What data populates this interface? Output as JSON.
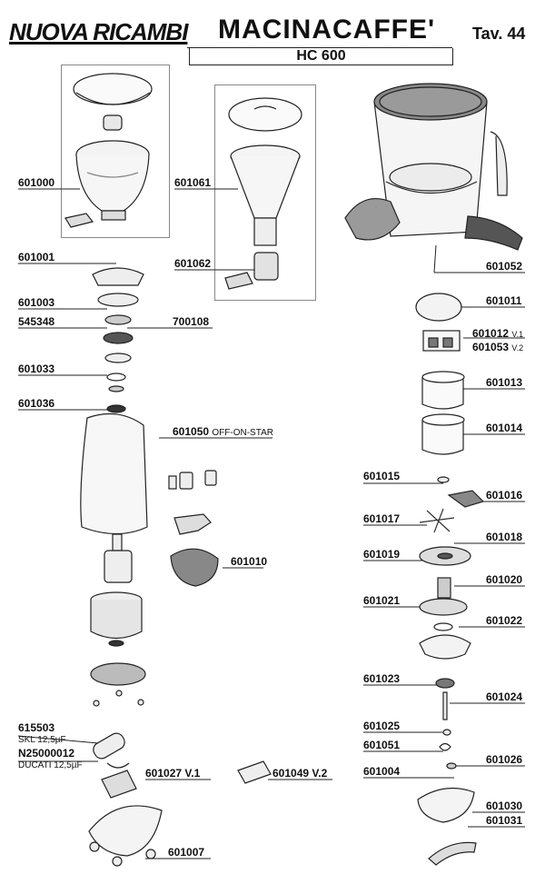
{
  "header": {
    "brand": "NUOVA RICAMBI",
    "title": "MACINACAFFE'",
    "table": "Tav. 44",
    "model": "HC 600"
  },
  "parts_left": [
    {
      "code": "601000"
    },
    {
      "code": "601001"
    },
    {
      "code": "601003"
    },
    {
      "code": "545348"
    },
    {
      "code": "601033"
    },
    {
      "code": "601036"
    },
    {
      "code": "615503",
      "note": "SKL 12,5µF"
    },
    {
      "code": "N25000012",
      "note": "DUCATI 12,5µF"
    }
  ],
  "parts_center": [
    {
      "code": "601061"
    },
    {
      "code": "601062"
    },
    {
      "code": "700108"
    },
    {
      "code": "601050",
      "note": "OFF-ON-STAR"
    },
    {
      "code": "601010"
    },
    {
      "code": "601027 V.1"
    },
    {
      "code": "601049 V.2"
    },
    {
      "code": "601007"
    }
  ],
  "parts_right": [
    {
      "code": "601052"
    },
    {
      "code": "601011"
    },
    {
      "code": "601012",
      "variant": "V.1"
    },
    {
      "code": "601053",
      "variant": "V.2"
    },
    {
      "code": "601013"
    },
    {
      "code": "601014"
    },
    {
      "code": "601015"
    },
    {
      "code": "601016"
    },
    {
      "code": "601017"
    },
    {
      "code": "601018"
    },
    {
      "code": "601019"
    },
    {
      "code": "601020"
    },
    {
      "code": "601021"
    },
    {
      "code": "601022"
    },
    {
      "code": "601023"
    },
    {
      "code": "601024"
    },
    {
      "code": "601025"
    },
    {
      "code": "601051"
    },
    {
      "code": "601026"
    },
    {
      "code": "601004"
    },
    {
      "code": "601030"
    },
    {
      "code": "601031"
    }
  ]
}
